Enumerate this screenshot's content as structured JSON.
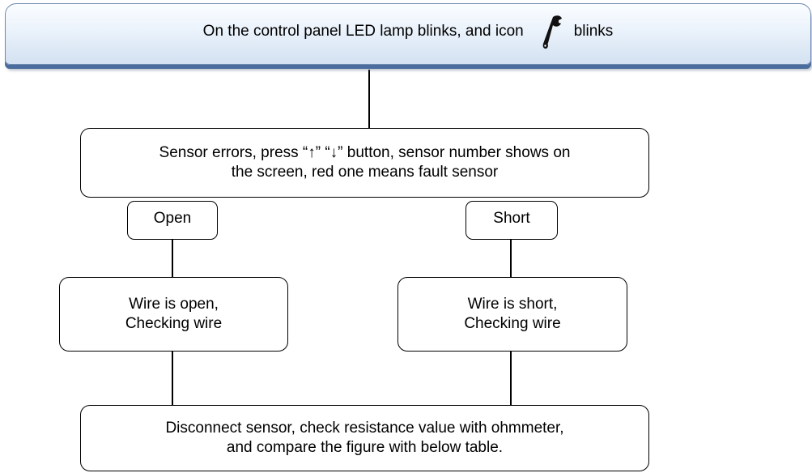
{
  "header": {
    "text_before_icon": "On the control panel LED lamp blinks, and icon",
    "icon": "wrench-icon",
    "text_after_icon": "blinks"
  },
  "sensor_errors": {
    "line1": "Sensor errors, press “↑” “↓” button, sensor number shows on",
    "line2": "the screen, red one means fault sensor"
  },
  "branches": {
    "open": {
      "label": "Open",
      "line1": "Wire is open,",
      "line2": "Checking wire"
    },
    "short": {
      "label": "Short",
      "line1": "Wire is short,",
      "line2": "Checking wire"
    }
  },
  "disconnect": {
    "line1": "Disconnect sensor, check resistance value with ohmmeter,",
    "line2": "and compare the figure with below table."
  },
  "colors": {
    "header_border": "#6f8bb1",
    "header_shadow": "#4a6d9d",
    "header_fill_top": "#fbfdff",
    "header_fill_bottom": "#d3e1f1",
    "box_border": "#000000"
  }
}
